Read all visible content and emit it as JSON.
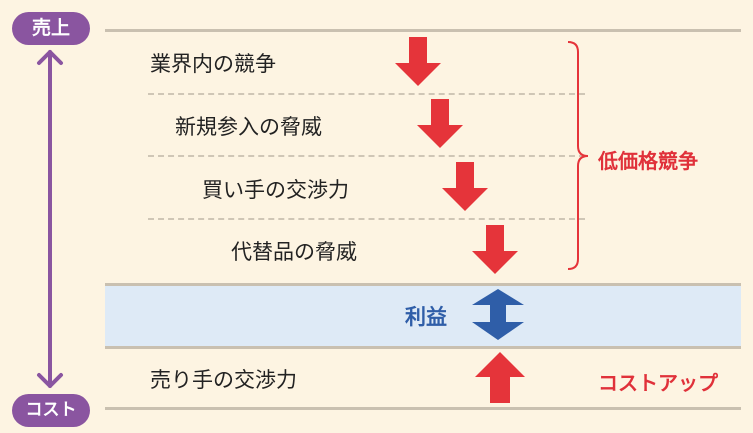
{
  "axis": {
    "top_label": "売上",
    "bottom_label": "コスト"
  },
  "forces": [
    {
      "label": "業界内の競争",
      "direction": "down"
    },
    {
      "label": "新規参入の脅威",
      "direction": "down"
    },
    {
      "label": "買い手の交渉力",
      "direction": "down"
    },
    {
      "label": "代替品の脅威",
      "direction": "down"
    }
  ],
  "bracket_label": "低価格競争",
  "profit_label": "利益",
  "supplier": {
    "label": "売り手の交渉力",
    "direction": "up"
  },
  "cost_label": "コストアップ",
  "colors": {
    "background": "#fdf4e2",
    "purple": "#8a55a0",
    "red": "#e5343a",
    "blue": "#2f5ea8",
    "band": "#deeaf6"
  }
}
